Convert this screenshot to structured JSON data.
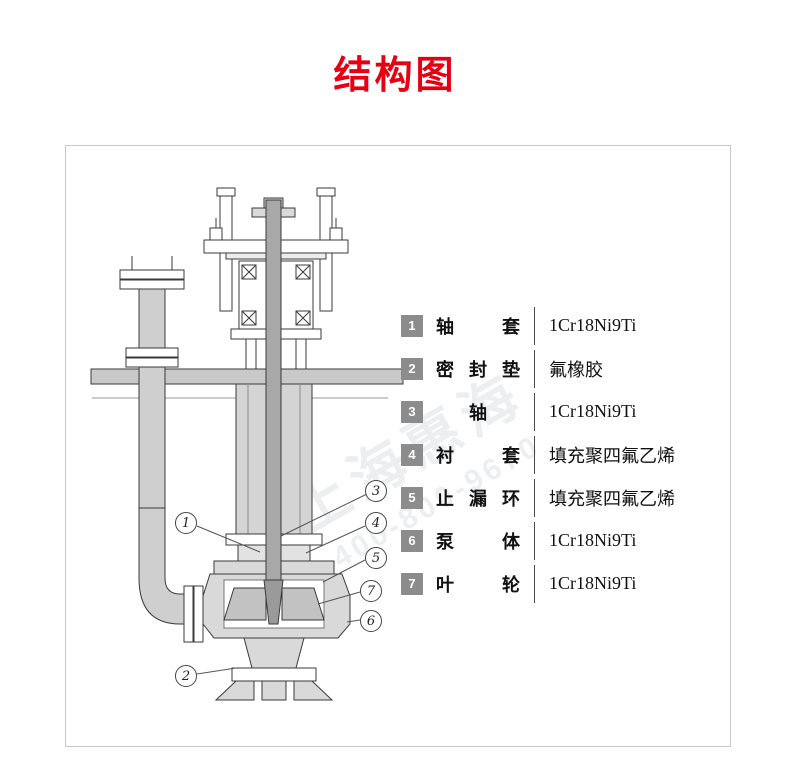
{
  "title": "结构图",
  "watermark": {
    "line1": "上海惠海",
    "line2": "400-800-9670"
  },
  "parts": {
    "items": [
      {
        "num": "1",
        "name": "轴套",
        "material": "1Cr18Ni9Ti"
      },
      {
        "num": "2",
        "name": "密封垫",
        "material": "氟橡胶"
      },
      {
        "num": "3",
        "name": "轴",
        "material": "1Cr18Ni9Ti"
      },
      {
        "num": "4",
        "name": "衬套",
        "material": "填充聚四氟乙烯"
      },
      {
        "num": "5",
        "name": "止漏环",
        "material": "填充聚四氟乙烯"
      },
      {
        "num": "6",
        "name": "泵体",
        "material": "1Cr18Ni9Ti"
      },
      {
        "num": "7",
        "name": "叶轮",
        "material": "1Cr18Ni9Ti"
      }
    ]
  },
  "colors": {
    "title_red": "#e60012",
    "badge_gray": "#8c8c8c",
    "line_dark": "#3a3a3a"
  }
}
